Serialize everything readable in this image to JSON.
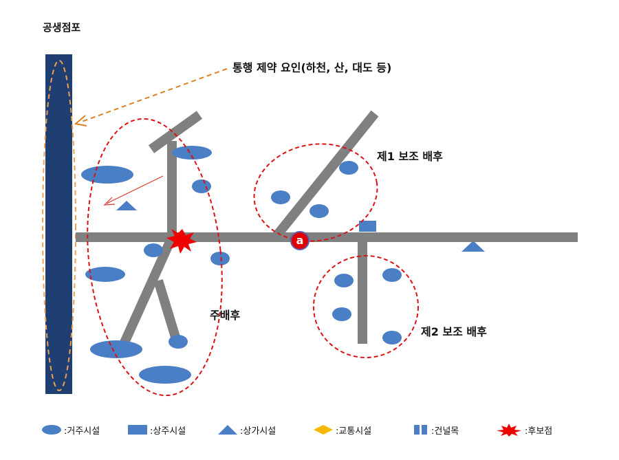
{
  "title": "공생점포",
  "labels": {
    "barrier": "통행 제약 요인(하천, 산, 대도 등)",
    "main_hinterland": "주배후",
    "sub1_hinterland": "제1 보조 배후",
    "sub2_hinterland": "제2 보조 배후",
    "marker_a": "a"
  },
  "legend": [
    {
      "icon": "ellipse",
      "label": ":거주시설"
    },
    {
      "icon": "rectangle",
      "label": ":상주시설"
    },
    {
      "icon": "triangle",
      "label": ":상가시설"
    },
    {
      "icon": "diamond",
      "label": ":교통시설"
    },
    {
      "icon": "double-bar",
      "label": ":건널목"
    },
    {
      "icon": "burst",
      "label": ":후보점"
    }
  ],
  "colors": {
    "road": "#808080",
    "facility": "#4a7fc6",
    "barrier_fill": "#1f3f73",
    "barrier_outline": "#f0a050",
    "hinterland_outline": "#dd1111",
    "candidate": "#ee0000",
    "transport": "#f5b800"
  }
}
